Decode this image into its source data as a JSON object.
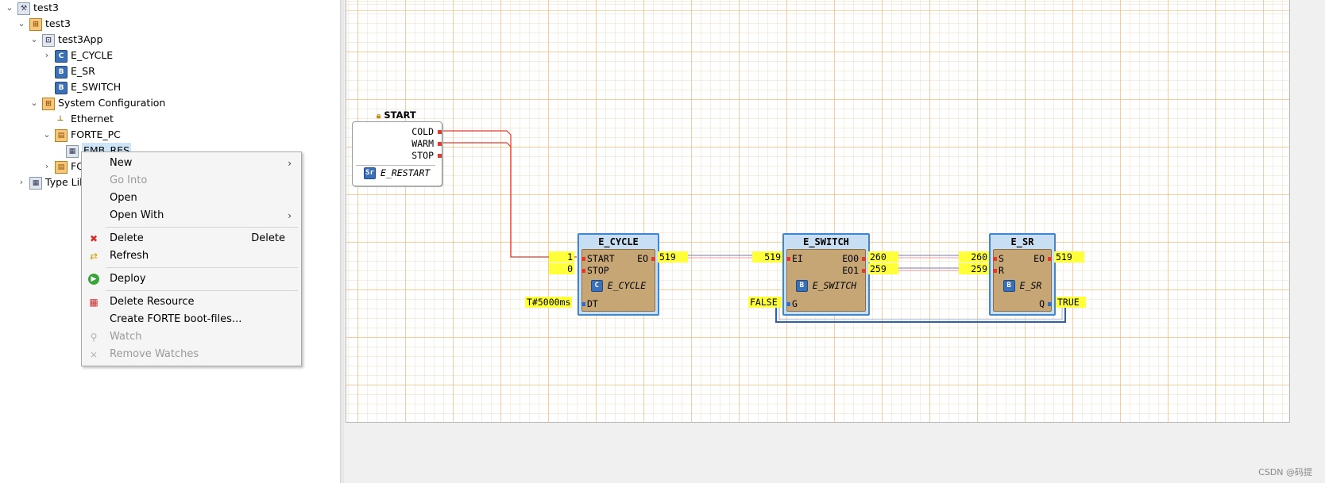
{
  "tree": {
    "items": [
      {
        "label": "test3",
        "icon": "project-icon",
        "twisty": "open"
      },
      {
        "label": "test3",
        "icon": "system-icon",
        "twisty": "open"
      },
      {
        "label": "test3App",
        "icon": "application-icon",
        "twisty": "open"
      },
      {
        "label": "E_CYCLE",
        "icon": "composite-fb-icon",
        "glyph": "C",
        "twisty": "closed"
      },
      {
        "label": "E_SR",
        "icon": "basic-fb-icon",
        "glyph": "B",
        "twisty": ""
      },
      {
        "label": "E_SWITCH",
        "icon": "basic-fb-icon",
        "glyph": "B",
        "twisty": ""
      },
      {
        "label": "System Configuration",
        "icon": "system-configuration-icon",
        "twisty": "open"
      },
      {
        "label": "Ethernet",
        "icon": "network-icon",
        "twisty": ""
      },
      {
        "label": "FORTE_PC",
        "icon": "device-icon",
        "twisty": "open"
      },
      {
        "label": "EMB_RES",
        "icon": "resource-icon",
        "twisty": ""
      },
      {
        "label": "FC",
        "icon": "device-icon",
        "twisty": "closed"
      },
      {
        "label": "Type Lib",
        "icon": "type-library-icon",
        "twisty": "closed"
      }
    ]
  },
  "context_menu": {
    "items": [
      {
        "label": "New",
        "enabled": true,
        "submenu": true
      },
      {
        "label": "Go Into",
        "enabled": false
      },
      {
        "label": "Open",
        "enabled": true
      },
      {
        "label": "Open With",
        "enabled": true,
        "submenu": true
      },
      {
        "label": "Delete",
        "enabled": true,
        "shortcut": "Delete",
        "icon": "delete-icon"
      },
      {
        "label": "Refresh",
        "enabled": true,
        "icon": "refresh-icon"
      },
      {
        "label": "Deploy",
        "enabled": true,
        "icon": "deploy-icon"
      },
      {
        "label": "Delete Resource",
        "enabled": true,
        "icon": "delete-resource-icon"
      },
      {
        "label": "Create FORTE boot-files...",
        "enabled": true
      },
      {
        "label": "Watch",
        "enabled": false,
        "icon": "watch-icon"
      },
      {
        "label": "Remove Watches",
        "enabled": false,
        "icon": "remove-watches-icon"
      }
    ]
  },
  "diagram": {
    "start": {
      "instance": "START",
      "type": "E_RESTART",
      "type_glyph": "Sr",
      "outputs": [
        "COLD",
        "WARM",
        "STOP"
      ]
    },
    "e_cycle": {
      "instance": "E_CYCLE",
      "type": "E_CYCLE",
      "type_glyph": "C",
      "event_inputs": [
        "START",
        "STOP"
      ],
      "event_outputs": [
        "EO"
      ],
      "data_inputs": [
        "DT"
      ],
      "values": {
        "start": "1",
        "stop": "0",
        "dt": "T#5000ms",
        "eo": "519"
      }
    },
    "e_switch": {
      "instance": "E_SWITCH",
      "type": "E_SWITCH",
      "type_glyph": "B",
      "event_inputs": [
        "EI"
      ],
      "event_outputs": [
        "EO0",
        "EO1"
      ],
      "data_inputs": [
        "G"
      ],
      "values": {
        "ei": "519",
        "eo0": "260",
        "eo1": "259",
        "g": "FALSE"
      }
    },
    "e_sr": {
      "instance": "E_SR",
      "type": "E_SR",
      "type_glyph": "B",
      "event_inputs": [
        "S",
        "R"
      ],
      "event_outputs": [
        "EO"
      ],
      "data_outputs": [
        "Q"
      ],
      "values": {
        "s": "260",
        "r": "259",
        "eo": "519",
        "q": "TRUE"
      }
    }
  },
  "colors": {
    "event_wire": "#e03b2b",
    "data_wire": "#2f5fa8",
    "watch_highlight": "#ffff3a",
    "fb_body": "#c7a676",
    "fb_frame": "#c8dff3"
  },
  "watermark": "CSDN @码提"
}
